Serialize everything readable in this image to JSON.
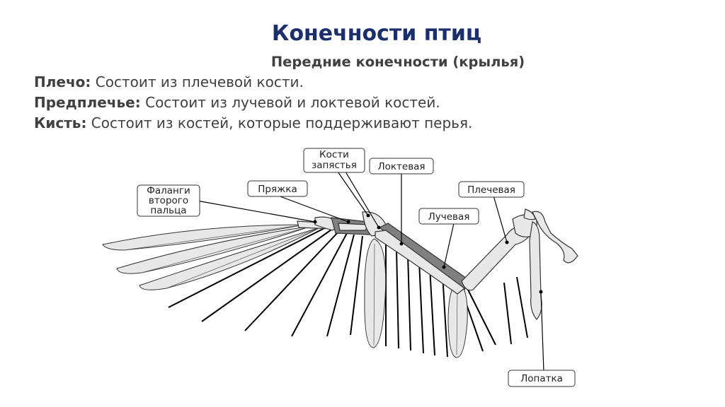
{
  "header": {
    "title": "Конечности птиц",
    "subtitle": "Передние конечности (крылья)"
  },
  "definitions": [
    {
      "term": "Плечо:",
      "text": " Состоит из плечевой кости."
    },
    {
      "term": "Предплечье:",
      "text": " Состоит из лучевой и локтевой костей."
    },
    {
      "term": "Кисть:",
      "text": " Состоит из костей, которые поддерживают перья."
    }
  ],
  "diagram": {
    "labels": {
      "phalanges": [
        "Фаланги",
        "второго",
        "пальца"
      ],
      "buckle": "Пряжка",
      "carpal": [
        "Кости",
        "запястья"
      ],
      "ulna": "Локтевая",
      "humerus": "Плечевая",
      "radius": "Лучевая",
      "scapula": "Лопатка"
    },
    "colors": {
      "bone": "#e8e8e8",
      "highlight": "#808080",
      "outline": "#333333"
    }
  }
}
